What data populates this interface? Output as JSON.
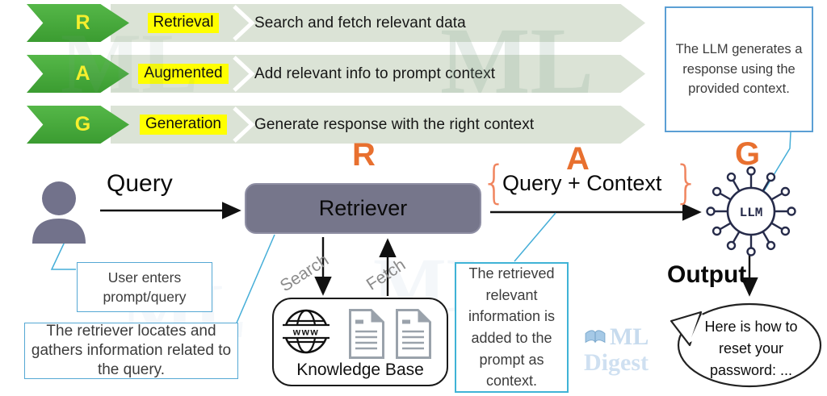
{
  "banners": [
    {
      "letter": "R",
      "keyword": "Retrieval",
      "description": "Search and fetch relevant data"
    },
    {
      "letter": "A",
      "keyword": "Augmented",
      "description": "Add relevant info to prompt context"
    },
    {
      "letter": "G",
      "keyword": "Generation",
      "description": "Generate response with the right context"
    }
  ],
  "flow": {
    "query_label": "Query",
    "retriever_label": "Retriever",
    "stage_r": "R",
    "stage_a": "A",
    "stage_g": "G",
    "brace_left": "{",
    "brace_right": "}",
    "query_context_label": "Query + Context",
    "llm_label": "LLM",
    "output_label": "Output",
    "search_label": "Search",
    "fetch_label": "Fetch",
    "www_label": "www",
    "knowledge_base_label": "Knowledge Base",
    "speech_bubble_text": "Here is how to reset your password: ..."
  },
  "callouts": {
    "llm": "The LLM generates a response using the provided context.",
    "user": "User enters prompt/query",
    "retriever": "The retriever locates and gathers information related to the query.",
    "context": "The retrieved relevant information is added to the prompt as context."
  },
  "watermark": {
    "line1": "ML",
    "line2": "Digest"
  },
  "colors": {
    "chevron_green": "#43a536",
    "banner_sage": "#dbe3d6",
    "keyword_highlight": "#ffff00",
    "stage_orange": "#e8702f",
    "brace_coral": "#f0855f",
    "retriever_purple": "#76768b",
    "callout_blue": "#55a8d4",
    "llm_navy": "#262b4a",
    "person_gray": "#72728b",
    "doc_gray": "#9aa2ab"
  }
}
